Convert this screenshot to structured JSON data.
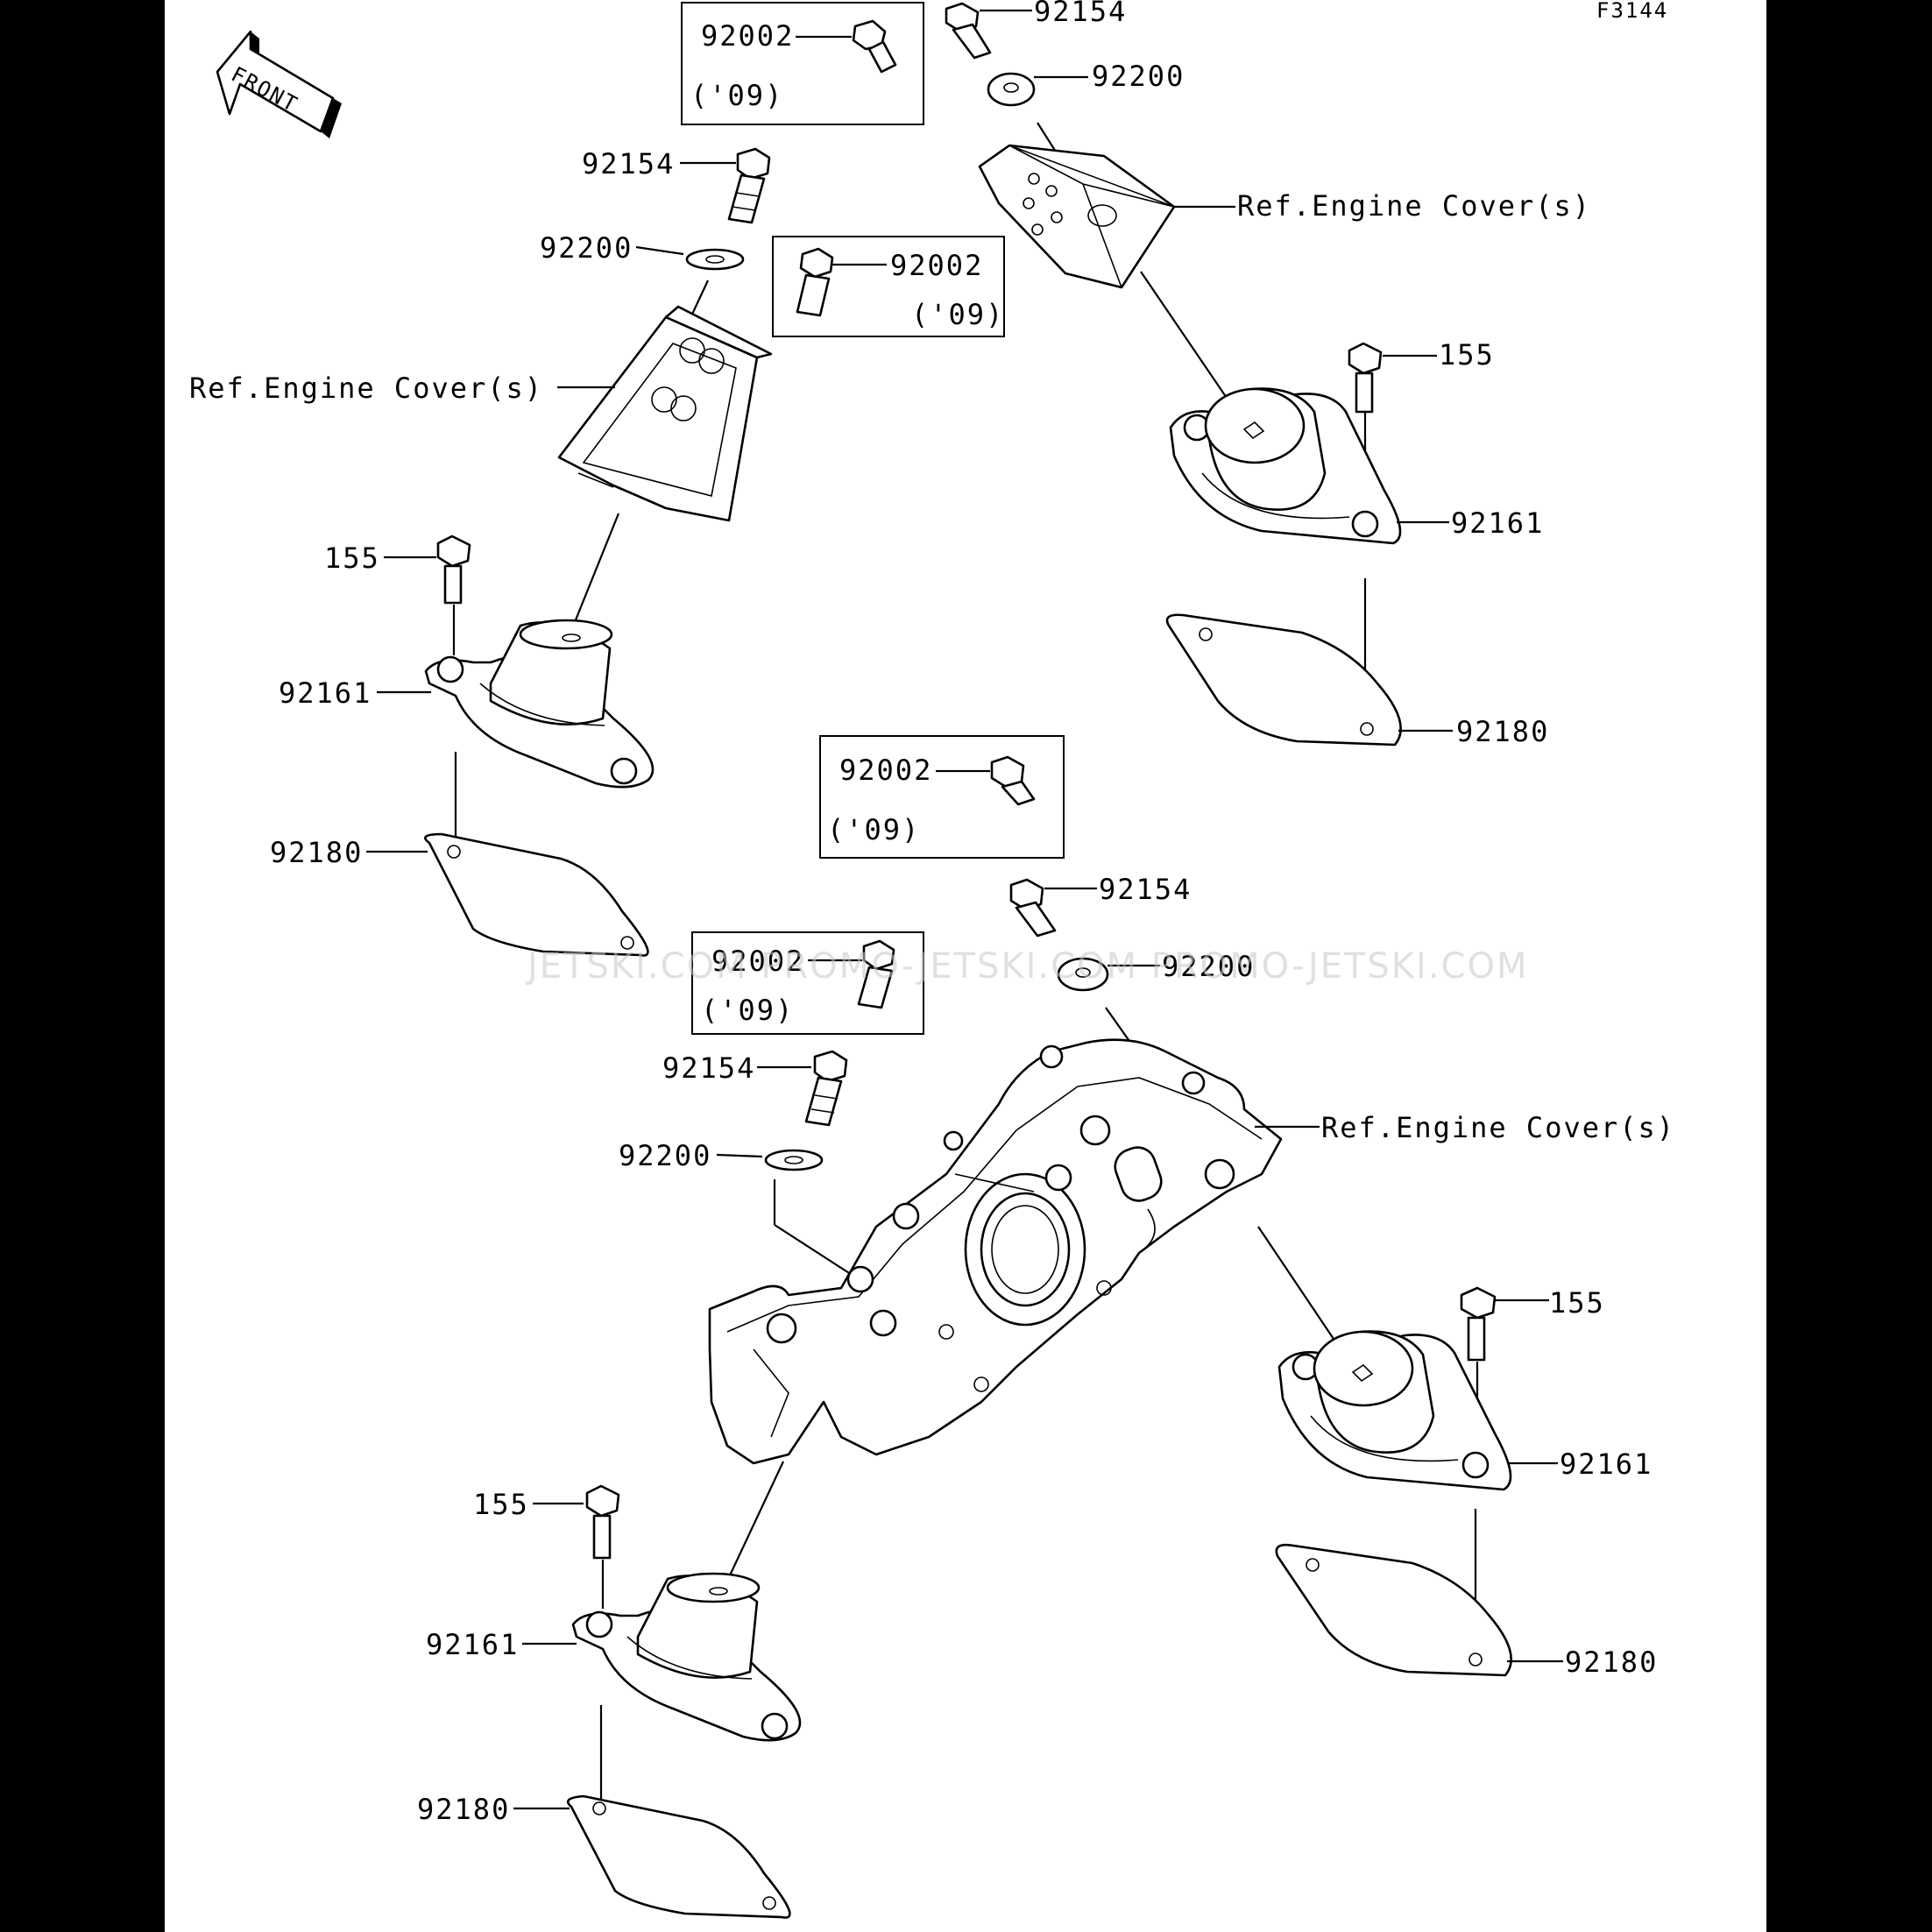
{
  "figure_id": "F3144",
  "front_label": "FRONT",
  "year_note": "('09)",
  "parts": {
    "bolt_a": "92002",
    "bolt_b": "92154",
    "washer": "92200",
    "bolt_c": "155",
    "mount": "92161",
    "plate": "92180"
  },
  "ref_label": "Ref.Engine Cover(s)",
  "watermark": "JETSKI.COM PROMO-JETSKI.COM PROMO-JETSKI.COM"
}
